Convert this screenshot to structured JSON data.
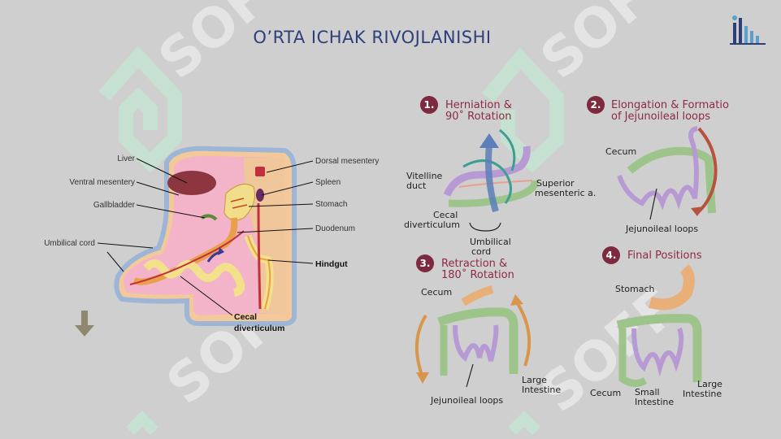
{
  "slide": {
    "title": "O’RTA ICHAK RIVOJLANISHI",
    "watermark_text": "SOFF"
  },
  "colors": {
    "title": "#2e3f7c",
    "step_badge": "#7e2a3e",
    "step_text": "#8d2a44",
    "midgut_green": "#9dc48a",
    "midgut_purple": "#b79ad3",
    "stomach_orange": "#e8b078",
    "arrow_blue": "#5b7fb8",
    "arrow_orange": "#d9964a",
    "arrow_red": "#b5533f",
    "teal": "#3d9f93"
  },
  "left_figure": {
    "labels": {
      "liver": "Liver",
      "ventral_mesentery": "Ventral mesentery",
      "gallbladder": "Gallbladder",
      "umbilical_cord": "Umbilical cord",
      "dorsal_mesentery": "Dorsal mesentery",
      "spleen": "Spleen",
      "stomach": "Stomach",
      "duodenum": "Duodenum",
      "hindgut": "Hindgut",
      "cecal_1": "Cecal",
      "cecal_2": "diverticulum"
    }
  },
  "steps": [
    {
      "number": "1.",
      "title_1": "Herniation &",
      "title_2": "90˚ Rotation",
      "labels": {
        "vitelline_1": "Vitelline",
        "vitelline_2": "duct",
        "cecal_1": "Cecal",
        "cecal_2": "diverticulum",
        "umbilical_1": "Umbilical",
        "umbilical_2": "cord",
        "superior_1": "Superior",
        "superior_2": "mesenteric a."
      }
    },
    {
      "number": "2.",
      "title_1": "Elongation & Formatio",
      "title_2": "of Jejunoileal loops",
      "labels": {
        "cecum": "Cecum",
        "jejunoileal": "Jejunoileal loops"
      }
    },
    {
      "number": "3.",
      "title_1": "Retraction &",
      "title_2": "180˚ Rotation",
      "labels": {
        "cecum": "Cecum",
        "large_1": "Large",
        "large_2": "Intestine",
        "jejunoileal": "Jejunoileal loops"
      }
    },
    {
      "number": "4.",
      "title_1": "Final Positions",
      "title_2": "",
      "labels": {
        "stomach": "Stomach",
        "cecum": "Cecum",
        "small_1": "Small",
        "small_2": "Intestine",
        "large_1": "Large",
        "large_2": "Intestine"
      }
    }
  ],
  "icons": {
    "logo": "bar-chart-logo-icon",
    "nav": "arrow-down-icon"
  }
}
